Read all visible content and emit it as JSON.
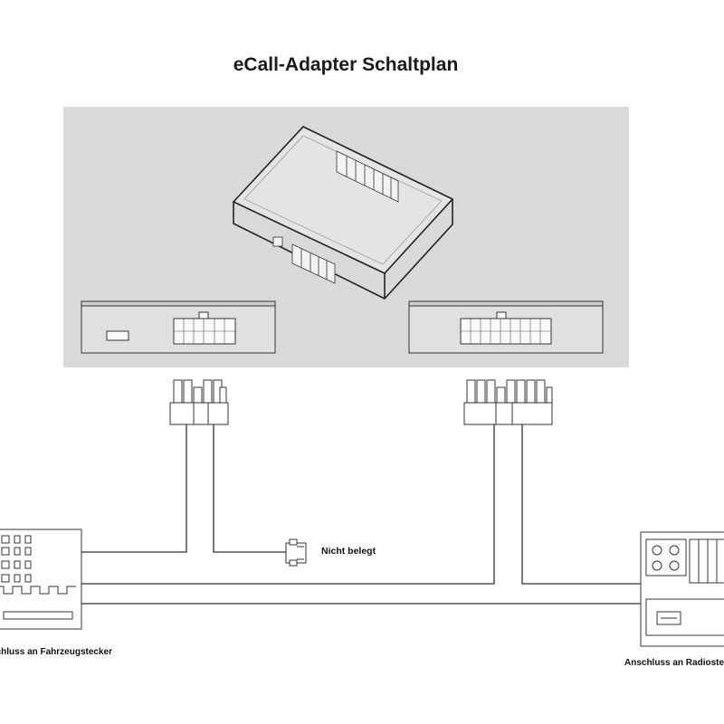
{
  "title": "eCall-Adapter Schaltplan",
  "labels": {
    "not_connected": "Nicht belegt",
    "vehicle_connector": "Anschluss an Fahrzeugstecker",
    "radio_connector": "Anschluss an Radiostecker"
  }
}
